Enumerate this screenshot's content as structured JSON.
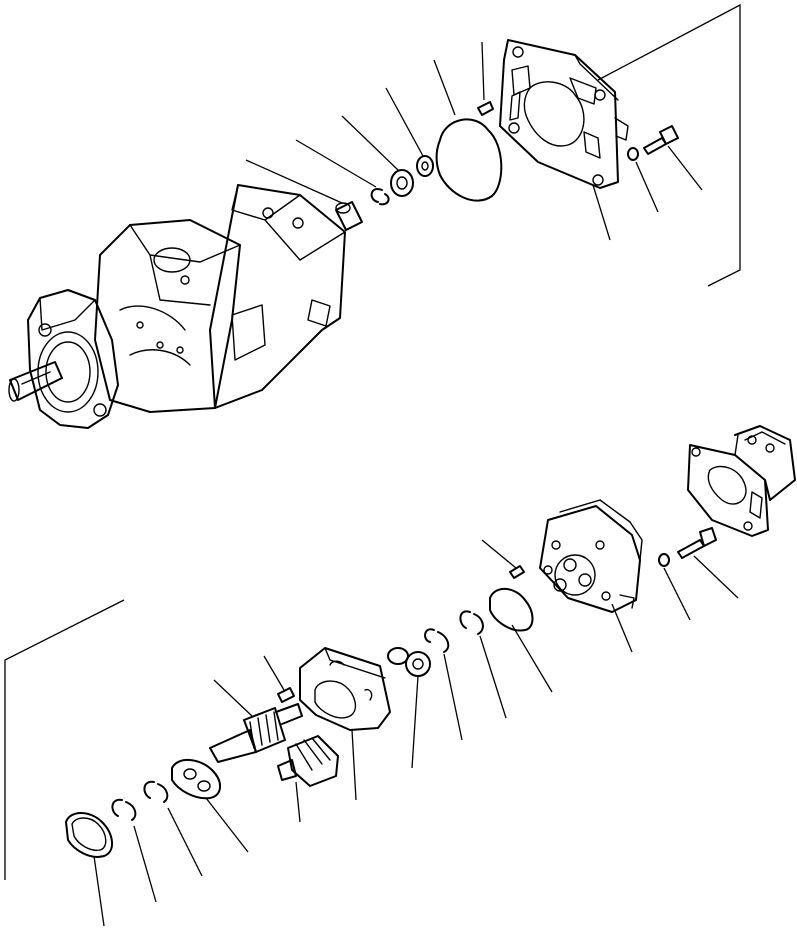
{
  "diagram": {
    "kind": "exploded-parts-view",
    "ink_color": "#000000",
    "background_color": "#ffffff",
    "assemblies": [
      {
        "name": "upper-pump-assembly",
        "parts": [
          "pump-housing",
          "bushing",
          "snap-ring",
          "bearing",
          "washer",
          "o-ring",
          "dowel-pin",
          "cover-plate",
          "lock-washer",
          "bolt"
        ]
      },
      {
        "name": "lower-gear-pump-assembly",
        "parts": [
          "o-ring",
          "snap-ring",
          "snap-ring",
          "thrust-plate",
          "drive-gear",
          "dowel-pin",
          "driven-gear",
          "gear-housing",
          "seal-plate",
          "snap-ring",
          "snap-ring",
          "o-ring",
          "dowel-pin",
          "body",
          "lock-washer",
          "bolt",
          "rear-pump"
        ]
      }
    ]
  }
}
